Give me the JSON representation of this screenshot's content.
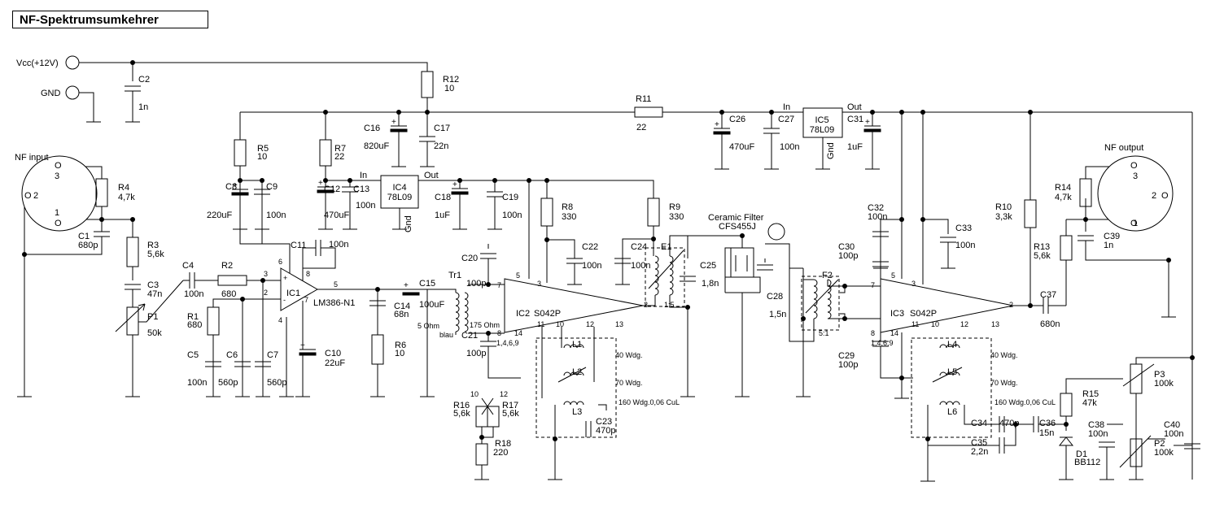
{
  "title": "NF-Spektrumsumkehrer",
  "terminals": {
    "vcc": "Vcc(+12V)",
    "gnd": "GND",
    "nf_input": "NF input",
    "nf_output": "NF output"
  },
  "connector_pins": {
    "in_3": "3",
    "in_2": "2",
    "in_1": "1",
    "in_o_top": "O",
    "in_o_bottom": "O",
    "in_o_left": "O",
    "out_3": "3",
    "out_2": "2",
    "out_1": "1",
    "out_o_top": "O",
    "out_o_bottom": "O",
    "out_o_right": "O"
  },
  "components": {
    "C1": "C1",
    "C1v": "680p",
    "C2": "C2",
    "C2v": "1n",
    "C3": "C3",
    "C3v": "47n",
    "C4": "C4",
    "C4v": "100n",
    "C5": "C5",
    "C5v": "100n",
    "C6": "C6",
    "C6v": "560p",
    "C7": "C7",
    "C7v": "560p",
    "C8": "C8",
    "C8v": "220uF",
    "C9": "C9",
    "C9v": "100n",
    "C10": "C10",
    "C10v": "22uF",
    "C11": "C11",
    "C11v": "100n",
    "C12": "C12",
    "C12v": "470uF",
    "C13": "C13",
    "C13v": "100n",
    "C14": "C14",
    "C14v": "68n",
    "C15": "C15",
    "C15v": "100uF",
    "C16": "C16",
    "C16v": "820uF",
    "C17": "C17",
    "C17v": "22n",
    "C18": "C18",
    "C18v": "1uF",
    "C19": "C19",
    "C19v": "100n",
    "C20": "C20",
    "C20v": "100p",
    "C21": "C21",
    "C21v": "100p",
    "C22": "C22",
    "C22v": "100n",
    "C23": "C23",
    "C23v": "470p",
    "C24": "C24",
    "C24v": "100n",
    "C25": "C25",
    "C25v": "1,8n",
    "C26": "C26",
    "C26v": "470uF",
    "C27": "C27",
    "C27v": "100n",
    "C28": "C28",
    "C28v": "1,5n",
    "C29": "C29",
    "C29v": "100p",
    "C30": "C30",
    "C30v": "100p",
    "C31": "C31",
    "C31v": "1uF",
    "C32": "C32",
    "C32v": "100n",
    "C33": "C33",
    "C33v": "100n",
    "C34": "C34",
    "C34v": "470p",
    "C35": "C35",
    "C35v": "2,2n",
    "C36": "C36",
    "C36v": "15n",
    "C37": "C37",
    "C37v": "680n",
    "C38": "C38",
    "C38v": "100n",
    "C39": "C39",
    "C39v": "1n",
    "C40": "C40",
    "C40v": "100n",
    "R1": "R1",
    "R1v": "680",
    "R2": "R2",
    "R2v": "680",
    "R3": "R3",
    "R3v": "5,6k",
    "R4": "R4",
    "R4v": "4,7k",
    "R5": "R5",
    "R5v": "10",
    "R6": "R6",
    "R6v": "10",
    "R7": "R7",
    "R7v": "22",
    "R8": "R8",
    "R8v": "330",
    "R9": "R9",
    "R9v": "330",
    "R10": "R10",
    "R10v": "3,3k",
    "R11": "R11",
    "R11v": "22",
    "R12": "R12",
    "R12v": "10",
    "R13": "R13",
    "R13v": "5,6k",
    "R14": "R14",
    "R14v": "4,7k",
    "R15": "R15",
    "R15v": "47k",
    "R16": "R16",
    "R16v": "5,6k",
    "R17": "R17",
    "R17v": "5,6k",
    "R18": "R18",
    "R18v": "220",
    "P1": "P1",
    "P1v": "50k",
    "P2": "P2",
    "P2v": "100k",
    "P3": "P3",
    "P3v": "100k",
    "IC1": "IC1",
    "IC1t": "LM386-N1",
    "IC2": "IC2",
    "IC2t": "S042P",
    "IC3": "IC3",
    "IC3t": "S042P",
    "IC4": "IC4",
    "IC4t": "78L09",
    "IC5": "IC5",
    "IC5t": "78L09",
    "Tr1": "Tr1",
    "Tr1_5": "5 Ohm",
    "Tr1_175": "175 Ohm",
    "Tr1_blau": "blau",
    "E1": "E1",
    "E1r": "1:5",
    "F2": "F2",
    "F2r": "5:1",
    "L1": "L1",
    "L2": "L2",
    "L3": "L3",
    "L4": "L4",
    "L5": "L5",
    "L6": "L6",
    "D1": "D1",
    "D1v": "BB112",
    "CF": "Ceramic Filter",
    "CFt": "CFS455J",
    "w40a": "40 Wdg.",
    "w70a": "70 Wdg.",
    "w160a": "160 Wdg.0,06 CuL",
    "w40b": "40 Wdg.",
    "w70b": "70 Wdg.",
    "w160b": "160 Wdg.0,06 CuL",
    "In1": "In",
    "Out1": "Out",
    "In2": "In",
    "Out2": "Out",
    "Gnd1": "Gnd",
    "Gnd2": "Gnd"
  },
  "pins": {
    "ic1_plus": "+",
    "ic1_minus": "-",
    "ic1_3": "3",
    "ic1_2": "2",
    "ic1_6": "6",
    "ic1_8": "8",
    "ic1_5": "5",
    "ic1_4": "4",
    "ic1_7": "7",
    "ic2_7": "7",
    "ic2_8": "8",
    "ic2_5": "5",
    "ic2_3": "3",
    "ic2_2": "2",
    "ic2_14": "14",
    "ic2_11": "11",
    "ic2_10": "10",
    "ic2_12": "12",
    "ic2_13": "13",
    "ic2_gnd": "1,4,6,9",
    "ic3_7": "7",
    "ic3_8": "8",
    "ic3_5": "5",
    "ic3_3": "3",
    "ic3_2": "2",
    "ic3_14": "14",
    "ic3_11": "11",
    "ic3_10": "10",
    "ic3_12": "12",
    "ic3_13": "13",
    "ic3_gnd": "1,4,6,9",
    "r16_10": "10",
    "r17_12": "12"
  }
}
